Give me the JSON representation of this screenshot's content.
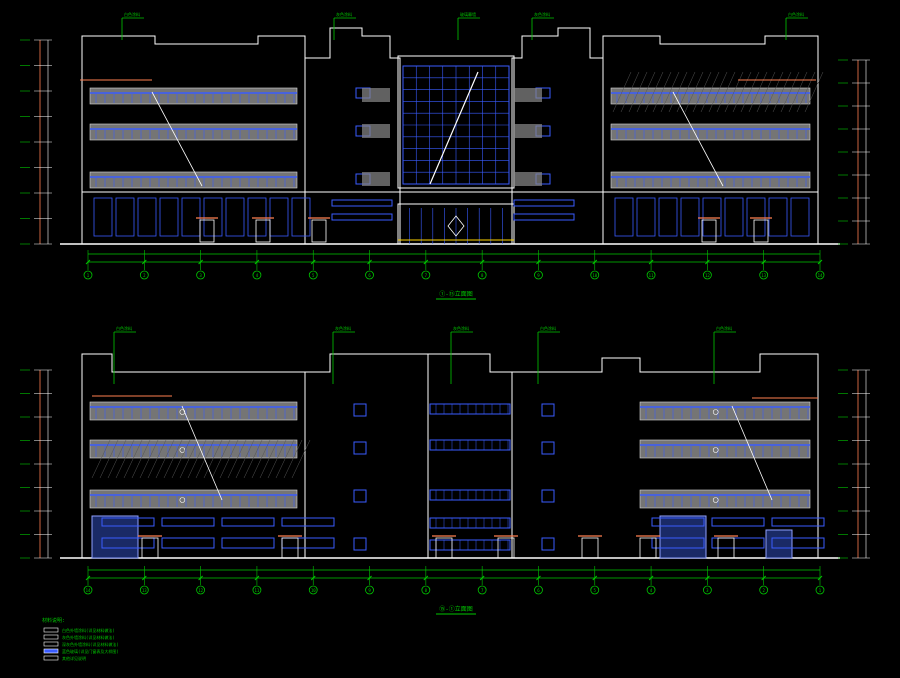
{
  "colors": {
    "background": "#000000",
    "outline": "#ffffff",
    "window": "#3a5cff",
    "dimension": "#00c800",
    "hatch": "#8a8a8a",
    "accent": "#ff7f50",
    "grid_bubble": "#00c800"
  },
  "elevations": [
    {
      "key": "front",
      "title": "①-⑮立面图",
      "axes": [
        "1",
        "2",
        "3",
        "4",
        "5",
        "6",
        "7",
        "8",
        "9",
        "10",
        "11",
        "12",
        "13",
        "14"
      ],
      "callouts": [
        "白色涂料",
        "灰色涂料",
        "玻璃幕墙",
        "灰色涂料",
        "白色涂料"
      ]
    },
    {
      "key": "rear",
      "title": "⑮-①立面图",
      "axes": [
        "14",
        "13",
        "12",
        "11",
        "10",
        "9",
        "8",
        "7",
        "6",
        "5",
        "4",
        "3",
        "2",
        "1"
      ],
      "callouts": [
        "白色涂料",
        "灰色涂料",
        "灰色涂料",
        "白色涂料"
      ]
    }
  ],
  "legend": {
    "title": "材料说明:",
    "items": [
      "白色外墙涂料(详见材料做法)",
      "灰色外墙涂料(详见材料做法)",
      "深灰色外墙涂料(详见材料做法)",
      "蓝色玻璃(详见门窗表及大样图)",
      "其他详见说明"
    ]
  }
}
